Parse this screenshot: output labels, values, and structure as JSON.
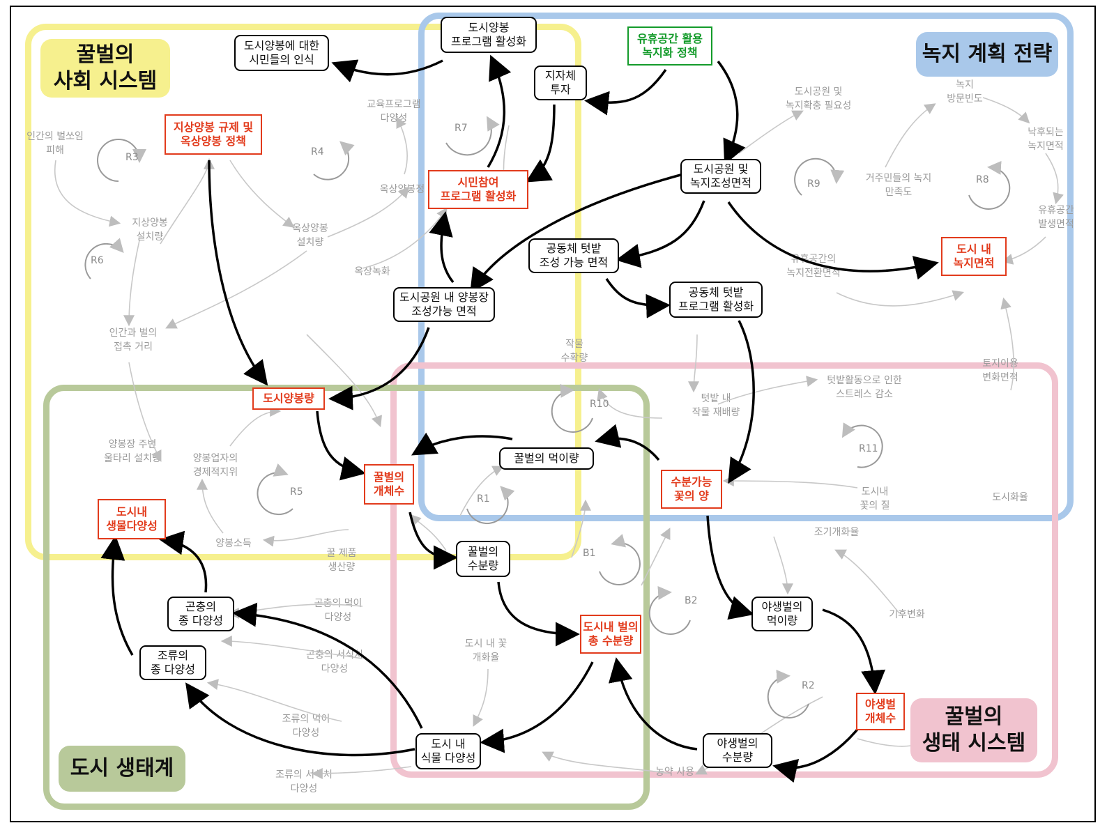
{
  "regions": {
    "social": "꿀벌의\n사회 시스템",
    "green": "녹지 계획 전략",
    "bee_eco": "꿀벌의\n생태 시스템",
    "urban": "도시 생태계"
  },
  "colors": {
    "social": "#f6f08e",
    "green": "#a9c8ea",
    "bee_eco": "#f1c3cf",
    "urban": "#b8c99a",
    "key_red": "#e23b1c",
    "policy_green": "#139b2a"
  },
  "nodes": {
    "citizen_awareness": "도시양봉에 대한\n시민들의 인식",
    "program_activation": "도시양봉\n프로그램 활성화",
    "policy_idle_space": "유휴공간 활용\n녹지화 정책",
    "local_gov_invest": "지자체\n투자",
    "ground_rooftop_policy": "지상양봉 규제 및\n옥상양봉 정책",
    "citizen_participation": "시민참여\n프로그램 활성화",
    "park_green_area": "도시공원 및\n녹지조성면적",
    "community_garden_area": "공동체 텃밭\n조성 가능 면적",
    "park_apiary_area": "도시공원 내 양봉장\n조성가능 면적",
    "community_garden_program": "공동체 텃밭\n프로그램 활성화",
    "urban_green_area": "도시 내\n녹지면적",
    "urban_beekeeping": "도시양봉량",
    "honeybee_population": "꿀벌의\n개체수",
    "honeybee_food": "꿀벌의 먹이량",
    "nectar_flowers": "수분가능\n꽃의 양",
    "urban_biodiversity": "도시내\n생물다양성",
    "honeybee_pollination": "꿀벌의\n수분량",
    "insect_diversity": "곤충의\n종 다양성",
    "bird_diversity": "조류의\n종 다양성",
    "total_pollination": "도시내 벌의\n총 수분량",
    "wildbee_food": "야생벌의\n먹이량",
    "wildbee_population": "야생벌\n개체수",
    "plant_diversity": "도시 내\n식물 다양성",
    "wildbee_pollination": "야생벌의\n수분량"
  },
  "background_labels": {
    "bee_sting": "인간의 벌쏘임\n피해",
    "ground_hives": "지상양봉\n설치량",
    "rooftop_hives": "옥상양봉\n설치량",
    "edu_program": "교육프로그램\n다양성",
    "rooftop_policy": "옥상양봉정",
    "rooftop_greening": "옥상녹화",
    "contact_distance": "인간과 벌의\n접촉 거리",
    "fence": "양봉장 주변\n울타리 설치량",
    "beekeeper_status": "양봉업자의\n경제적지위",
    "beekeeping_income": "양봉소득",
    "honey_products": "꿀 제품\n생산량",
    "insect_food": "곤충의 먹이\n다양성",
    "insect_habitat": "곤충의 서식처\n다양성",
    "bird_food": "조류의 먹이\n다양성",
    "bird_habitat": "조류의 서식처\n다양성",
    "bloom_rate": "도시 내 꽃\n개화율",
    "crop_yield": "작물\n수확량",
    "crop_cultivation": "텃밭 내\n작물 재배량",
    "stress_relief": "텃밭활동으로 인한\n스트레스 감소",
    "park_need": "도시공원 및\n녹지확충 필요성",
    "green_visit": "녹지\n방문빈도",
    "old_green": "낙후되는\n녹지면적",
    "resident_satisfaction": "거주민들의 녹지\n만족도",
    "idle_space_area": "유휴공간\n발생면적",
    "idle_conversion": "유휴공간의\n녹지전환면적",
    "land_use_change": "토지이용\n변화면적",
    "flower_quality": "도시내\n꽃의 질",
    "urbanization": "도시화율",
    "early_bloom": "조기개화율",
    "climate_change": "기후변화",
    "pesticide": "농약 사용"
  },
  "loops": {
    "R1": "R1",
    "R2": "R2",
    "R3": "R3",
    "R4": "R4",
    "R5": "R5",
    "R6": "R6",
    "R7": "R7",
    "R8": "R8",
    "R9": "R9",
    "R10": "R10",
    "R11": "R11",
    "B1": "B1",
    "B2": "B2"
  }
}
